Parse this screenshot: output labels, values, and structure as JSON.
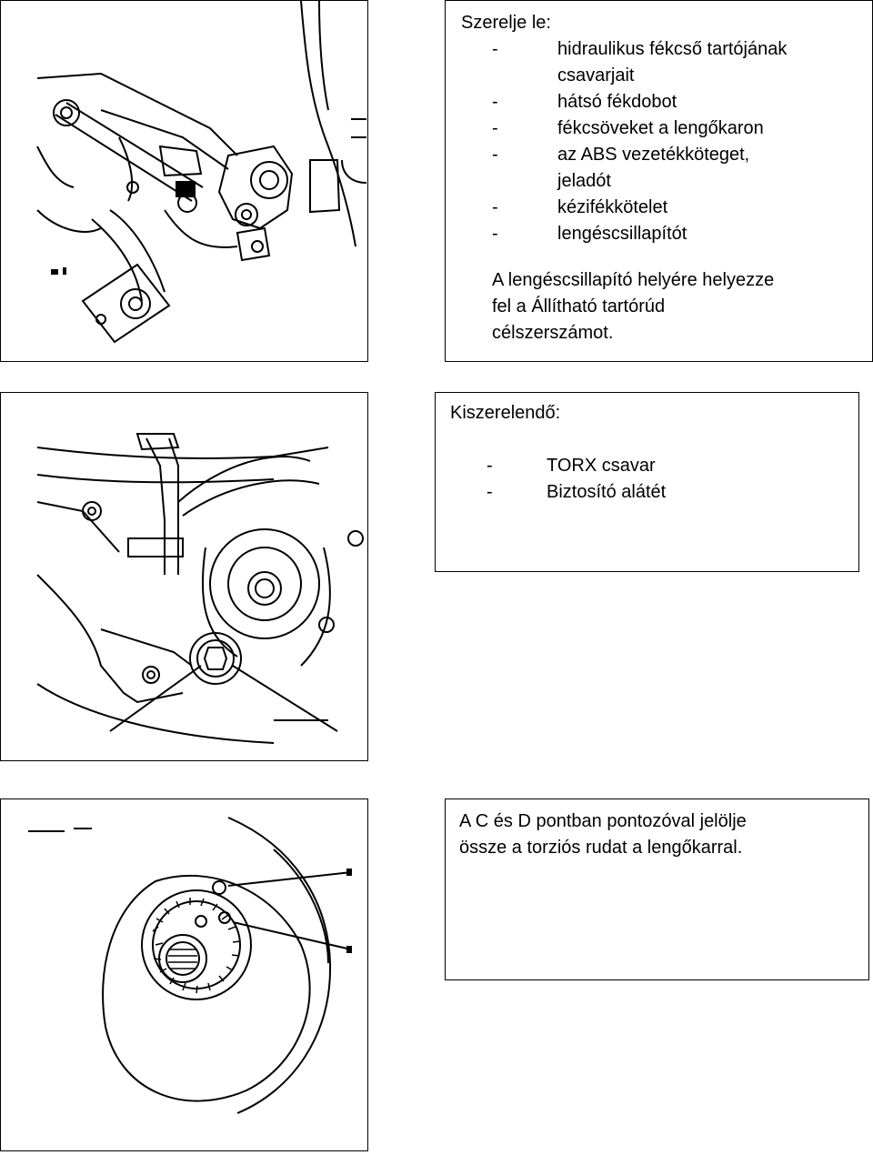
{
  "step1": {
    "heading": "Szerelje le:",
    "items": [
      [
        "hidraulikus fékcső tartójának",
        "csavarjait"
      ],
      [
        "hátsó fékdobot"
      ],
      [
        "fékcsöveket a lengőkaron"
      ],
      [
        "az ABS vezetékköteget,",
        "jeladót"
      ],
      [
        "kézifékkötelet"
      ],
      [
        "lengéscsillapítót"
      ]
    ],
    "note_lines": [
      "A lengéscsillapító helyére helyezze",
      "fel a Állítható tartórúd",
      "célszerszámot."
    ]
  },
  "step2": {
    "heading": "Kiszerelendő:",
    "items": [
      "TORX csavar",
      "Biztosító alátét"
    ]
  },
  "step3": {
    "lines": [
      "A C és D pontban pontozóval jelölje",
      "össze a torziós rudat a lengőkarral."
    ]
  },
  "dash": "-"
}
